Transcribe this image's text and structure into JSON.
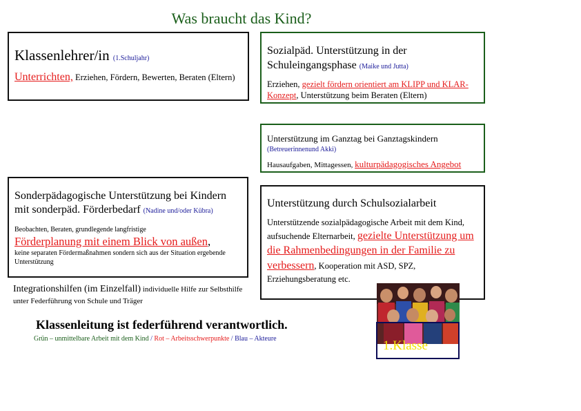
{
  "title": "Was braucht das Kind?",
  "colors": {
    "green": "#1a5e1a",
    "red": "#e51b1b",
    "blue": "#1a1a99",
    "yellow": "#f2e100"
  },
  "box_klassenlehrer": {
    "heading": "Klassenlehrer/in",
    "actor": "(1.Schuljahr)",
    "highlight": "Unterrichten,",
    "text": " Erziehen, Fördern, Bewerten, Beraten (Eltern)"
  },
  "box_sozialpaed": {
    "heading": "Sozialpäd. Unterstützung in der Schuleingangsphase",
    "actor": "(Maike und Jutta)",
    "text_start": "Erziehen, ",
    "highlight": "gezielt fördern orientiert am KLIPP und KLAR-Konzept",
    "text_end": ", Unterstützung beim Beraten (Eltern)"
  },
  "box_ganztag": {
    "heading": "Unterstützung im Ganztag bei Ganztagskindern",
    "actor": "(Betreuerinnenund Akki)",
    "text": "Hausaufgaben, Mittagessen, ",
    "highlight": "kulturpädagogisches Angebot"
  },
  "box_sonderpaed": {
    "heading": "Sonderpädagogische Unterstützung bei Kindern mit sonderpäd. Förderbedarf",
    "actor": "(Nadine und/oder Kübra)",
    "text1": "Beobachten, Beraten, grundlegende langfristige",
    "highlight": "Förderplanung mit einem Blick von außen",
    "comma": ",",
    "text2": "keine separaten Fördermaßnahmen sondern sich aus der Situation ergebende Unterstützung"
  },
  "box_schulsozialarbeit": {
    "heading": "Unterstützung durch Schulsozialarbeit",
    "text_start": "Unterstützende sozialpädagogische Arbeit mit dem Kind, aufsuchende Elternarbeit, ",
    "highlight": "gezielte Unterstützung um die Rahmenbedingungen in der Familie zu verbessern",
    "text_end": ", Kooperation mit ASD, SPZ, Erziehungsberatung etc."
  },
  "integration": {
    "heading": "Integrationshilfen (im Einzelfall)",
    "text": " individuelle Hilfe zur Selbsthilfe unter Federführung von Schule und Träger"
  },
  "lead_statement": "Klassenleitung ist federführend verantwortlich.",
  "legend": {
    "green": "Grün – unmittelbare Arbeit mit dem Kind",
    "sep1": " / ",
    "red": "Rot – Arbeitsschwerpunkte",
    "sep2": " / ",
    "blue": "Blau – Akteure"
  },
  "photo_label": "1.Klasse"
}
